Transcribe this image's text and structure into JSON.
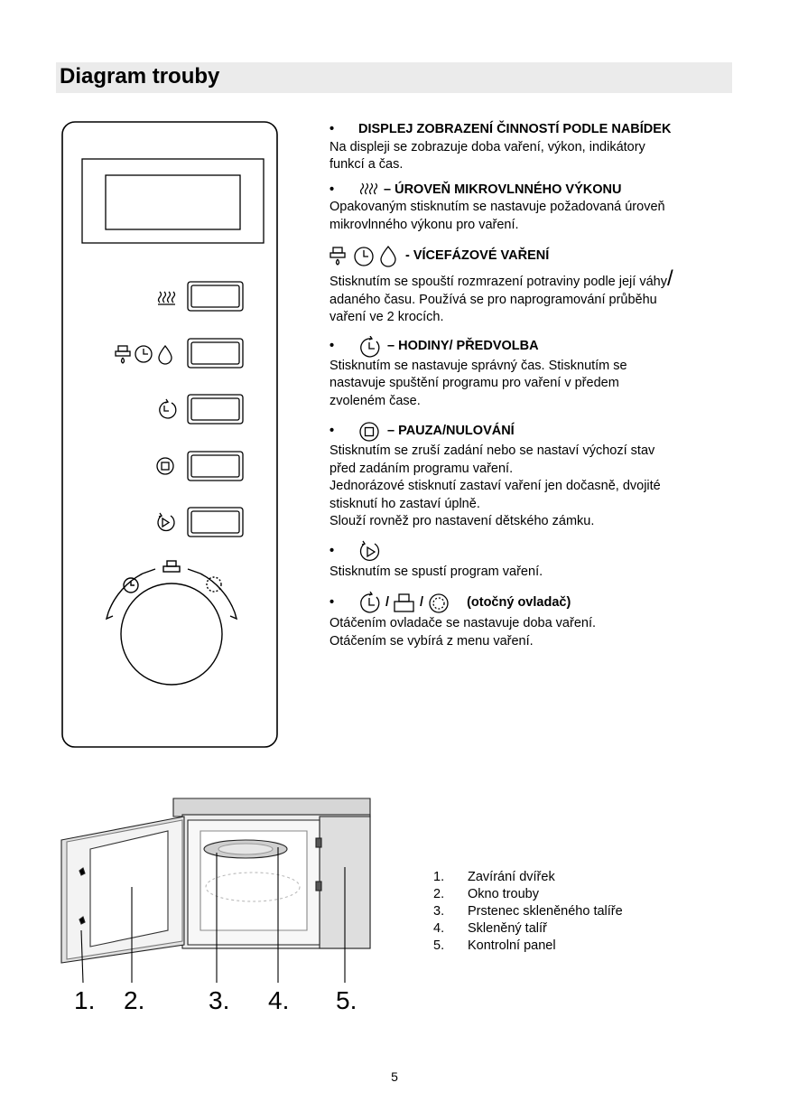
{
  "page": {
    "title": "Diagram trouby",
    "page_number": "5"
  },
  "sections": [
    {
      "head": "DISPLEJ ZOBRAZENÍ ČINNOSTÍ PODLE NABÍDEK",
      "lines": [
        "Na displeji se zobrazuje doba vaření, výkon, indikátory",
        "funkcí a čas."
      ]
    },
    {
      "head": "– ÚROVEŇ MIKROVLNNÉHO VÝKONU",
      "icon": "microwave-power-icon",
      "lines": [
        "Opakovaným stisknutím se nastavuje požadovaná úroveň",
        "mikrovlnného výkonu pro vaření."
      ]
    },
    {
      "head": "- VÍCEFÁZOVÉ VAŘENÍ",
      "icon": "defrost-weight-time-icon",
      "line1": "Stisknutím se spouští rozmrazení potraviny podle její váhy",
      "slash": "/",
      "lines": [
        "adaného času. Používá se pro naprogramování průběhu",
        "vaření ve 2 krocích."
      ]
    },
    {
      "head": "– HODINY/ PŘEDVOLBA",
      "icon": "clock-preset-icon",
      "lines": [
        "Stisknutím se nastavuje správný čas. Stisknutím se",
        "nastavuje spuštění programu pro vaření v předem",
        "zvoleném čase."
      ]
    },
    {
      "head": "– PAUZA/NULOVÁNÍ",
      "icon": "stop-icon",
      "lines": [
        "Stisknutím se zruší zadání nebo se nastaví výchozí stav",
        "před zadáním programu vaření.",
        "Jednorázové stisknutí zastaví vaření jen dočasně, dvojité",
        "stisknutí ho zastaví úplně.",
        "Slouží rovněž pro nastavení dětského zámku."
      ]
    },
    {
      "head": "",
      "icon": "start-icon",
      "lines": [
        "Stisknutím se spustí program vaření."
      ]
    },
    {
      "head": "(otočný ovladač)",
      "icon": "dial-icons",
      "sep1": "/",
      "sep2": "/",
      "lines": [
        "Otáčením ovladače se nastavuje doba vaření.",
        "Otáčením se vybírá z menu vaření."
      ]
    }
  ],
  "legend": [
    {
      "num": "1.",
      "label": "Zavírání dvířek"
    },
    {
      "num": "2.",
      "label": "Okno trouby"
    },
    {
      "num": "3.",
      "label": "Prstenec skleněného talíře"
    },
    {
      "num": "4.",
      "label": "Skleněný talíř"
    },
    {
      "num": "5.",
      "label": "Kontrolní panel"
    }
  ],
  "callouts": [
    "1.",
    "2.",
    "3.",
    "4.",
    "5."
  ]
}
